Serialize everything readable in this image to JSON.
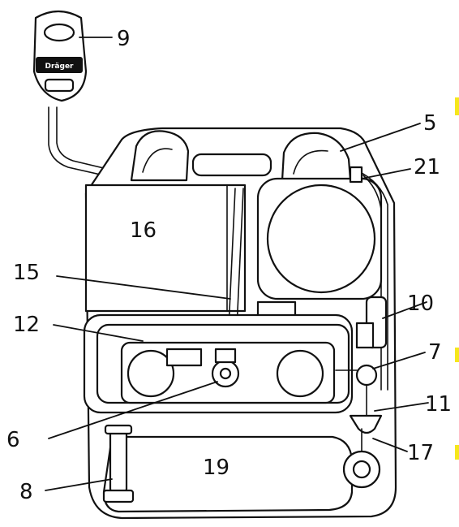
{
  "diagram": {
    "logo_text": "Dräger",
    "labels": {
      "c9": "9",
      "c5": "5",
      "c21": "21",
      "c16": "16",
      "c15": "15",
      "c10": "10",
      "c12": "12",
      "c7": "7",
      "c11": "11",
      "c6": "6",
      "c17": "17",
      "c19": "19",
      "c8": "8"
    },
    "colors": {
      "line": "#111111",
      "background": "#ffffff",
      "highlight": "#f6e71c"
    }
  }
}
